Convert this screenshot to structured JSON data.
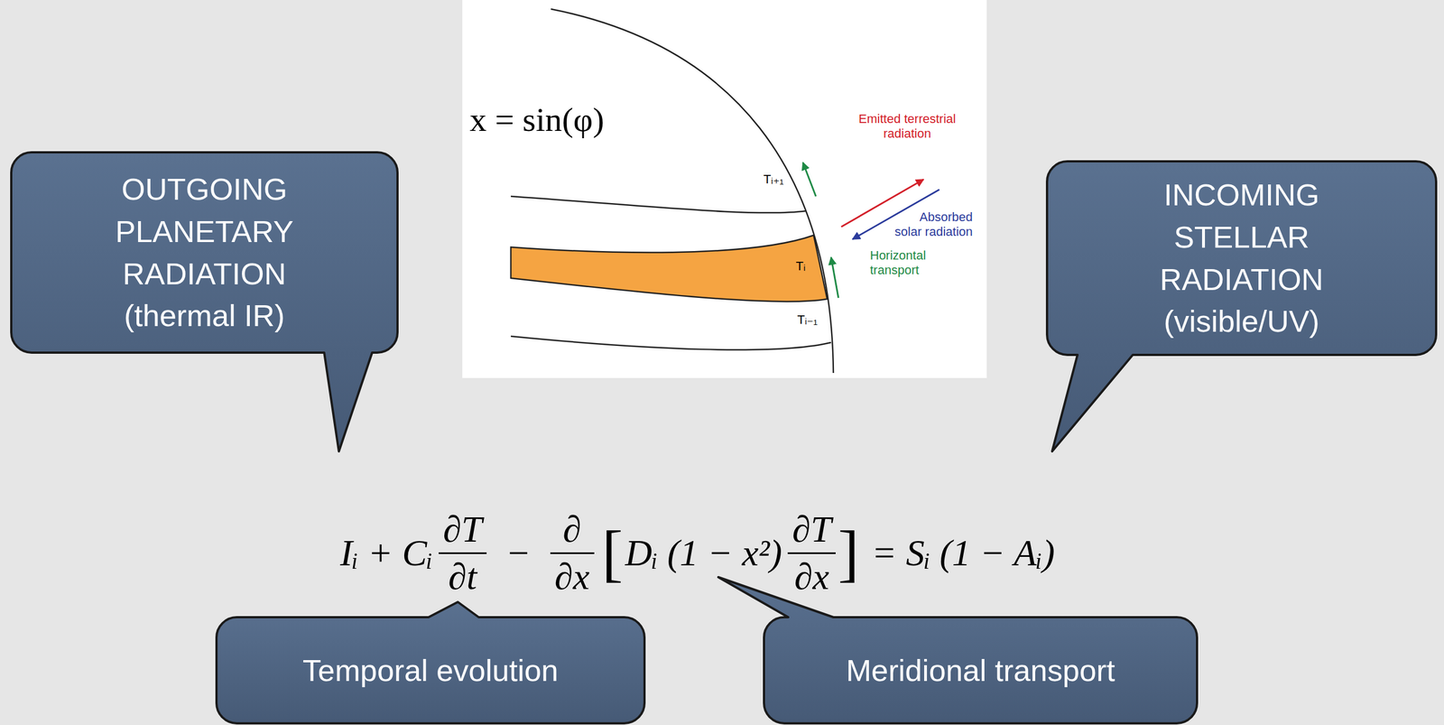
{
  "diagram": {
    "nodes": [
      {
        "text": [
          "OUTGOING PLANETARY RADIATION",
          "(thermal IR)"
        ]
      },
      {
        "text": [
          "INCOMING STELLAR RADIATION",
          "(visible/UV)"
        ]
      },
      {
        "text": [
          "Temporal evolution"
        ]
      },
      {
        "text": [
          "Meridional transport"
        ]
      }
    ],
    "labels": [
      "x = sin(φ)",
      "Emitted terrestrial radiation",
      "Absorbed solar radiation",
      "Horizontal transport",
      "Tᵢ₊₁",
      "Tᵢ",
      "Tᵢ₋₁",
      "Iᵢ + Cᵢ",
      "∂T",
      "∂t",
      "−",
      "∂",
      "∂x",
      "[",
      "Dᵢ (1 − x²)",
      "∂T",
      "∂x",
      "]",
      "= Sᵢ (1 − Aᵢ)"
    ]
  }
}
